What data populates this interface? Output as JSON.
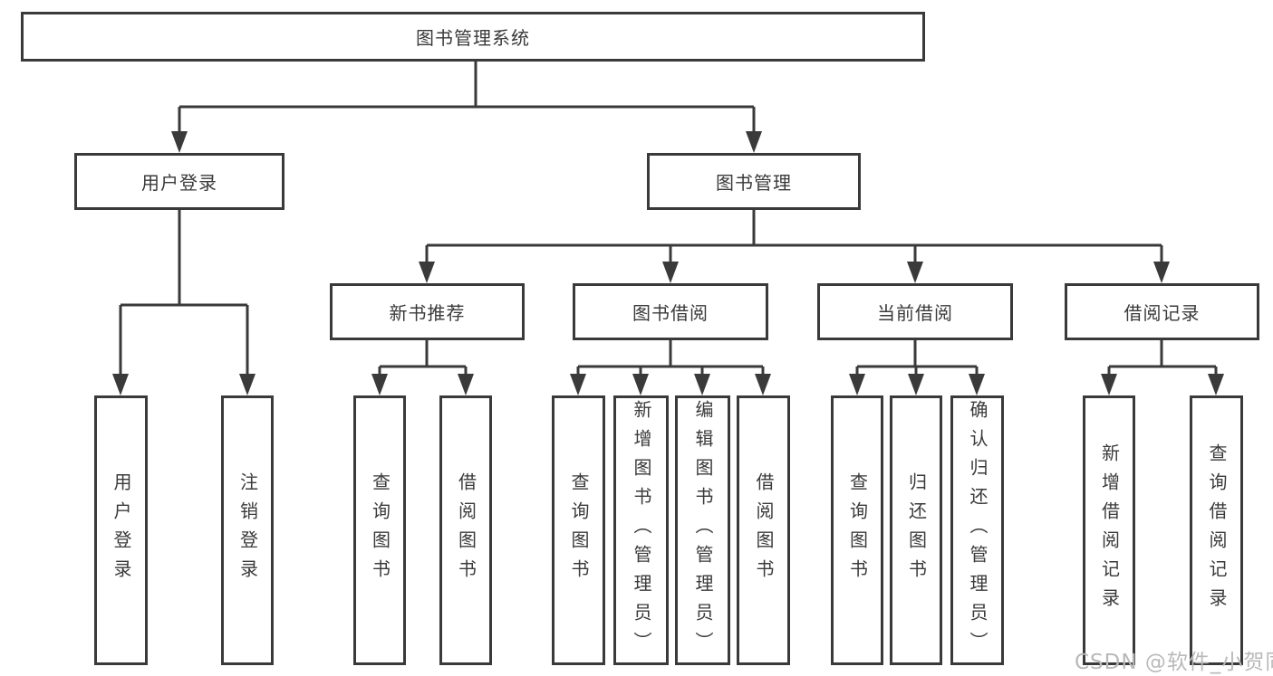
{
  "diagram": {
    "root": {
      "label": "图书管理系统"
    },
    "level2": [
      {
        "label": "用户登录"
      },
      {
        "label": "图书管理"
      }
    ],
    "level3": [
      {
        "label": "新书推荐"
      },
      {
        "label": "图书借阅"
      },
      {
        "label": "当前借阅"
      },
      {
        "label": "借阅记录"
      }
    ],
    "leaves": [
      {
        "label": "用户登录"
      },
      {
        "label": "注销登录"
      },
      {
        "label": "查询图书"
      },
      {
        "label": "借阅图书"
      },
      {
        "label": "查询图书"
      },
      {
        "label": "新增图书（管理员）"
      },
      {
        "label": "编辑图书（管理员）"
      },
      {
        "label": "借阅图书"
      },
      {
        "label": "查询图书"
      },
      {
        "label": "归还图书"
      },
      {
        "label": "确认归还（管理员）"
      },
      {
        "label": "新增借阅记录"
      },
      {
        "label": "查询借阅记录"
      }
    ]
  },
  "watermark": {
    "text": "CSDN @软件_小贺同学"
  },
  "colors": {
    "line": "#3a3a3a",
    "text": "#3a3a3a",
    "box_fill": "#ffffff",
    "watermark": "#b9b9b9"
  }
}
